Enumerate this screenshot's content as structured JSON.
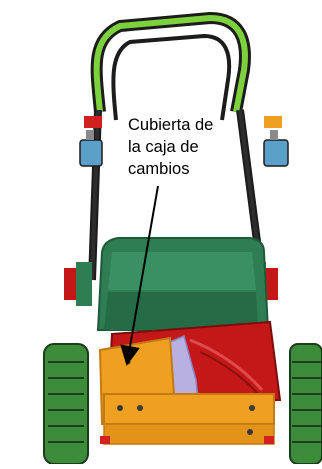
{
  "callout": {
    "lines": [
      "Cubierta de",
      "la caja de",
      "cambios"
    ]
  },
  "colors": {
    "handle_green": "#7cd13d",
    "handle_dark": "#1c1c1c",
    "body_green": "#2f7d52",
    "body_green_dark": "#1f5a3a",
    "gearbox_orange": "#f0a020",
    "gearbox_orange_dark": "#c47a10",
    "deck_red": "#c41818",
    "wheel_green": "#3c8c3c",
    "bolt_red": "#d02020",
    "lever_blue": "#5aa0c8"
  }
}
